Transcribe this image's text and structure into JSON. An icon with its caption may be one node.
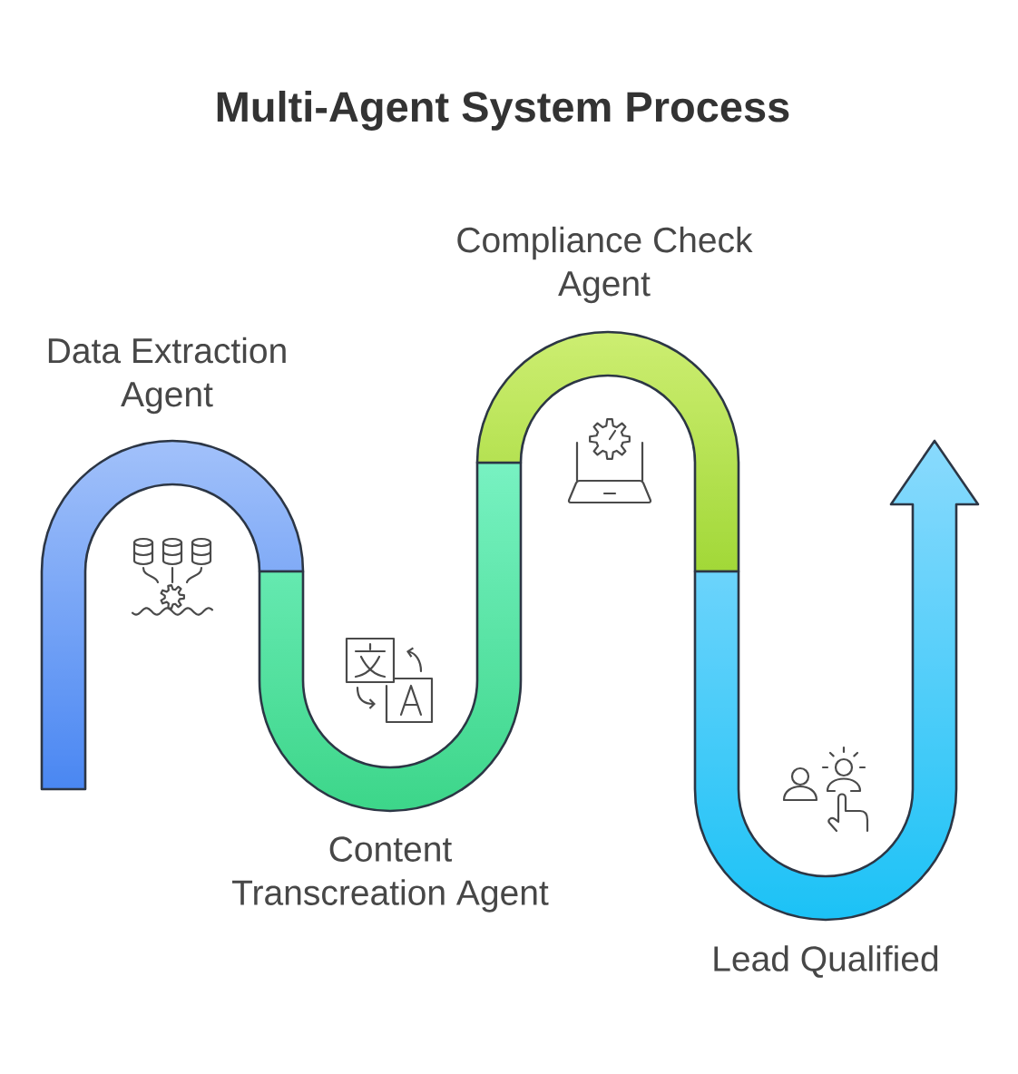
{
  "diagram": {
    "title": "Multi-Agent System Process",
    "nodes": [
      {
        "text": [
          "Data Extraction Agent"
        ]
      },
      {
        "text": [
          "Content Transcreation Agent"
        ]
      },
      {
        "text": [
          "Compliance Check Agent"
        ]
      },
      {
        "text": [
          "Lead Qualified"
        ]
      }
    ]
  }
}
